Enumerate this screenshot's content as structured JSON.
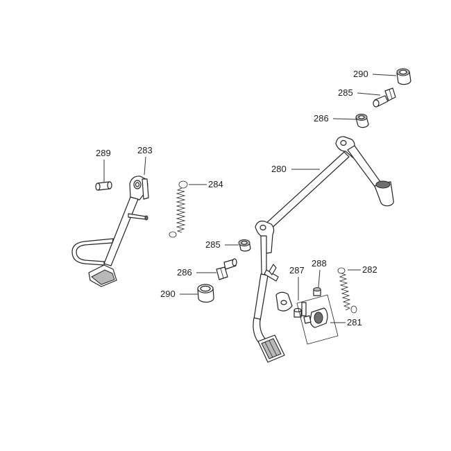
{
  "diagram": {
    "callouts": [
      {
        "id": "c290a",
        "label": "290"
      },
      {
        "id": "c285a",
        "label": "285"
      },
      {
        "id": "c286a",
        "label": "286"
      },
      {
        "id": "c280",
        "label": "280"
      },
      {
        "id": "c289",
        "label": "289"
      },
      {
        "id": "c283",
        "label": "283"
      },
      {
        "id": "c284",
        "label": "284"
      },
      {
        "id": "c285b",
        "label": "285"
      },
      {
        "id": "c286b",
        "label": "286"
      },
      {
        "id": "c290b",
        "label": "290"
      },
      {
        "id": "c287",
        "label": "287"
      },
      {
        "id": "c288",
        "label": "288"
      },
      {
        "id": "c282",
        "label": "282"
      },
      {
        "id": "c281",
        "label": "281"
      }
    ]
  }
}
